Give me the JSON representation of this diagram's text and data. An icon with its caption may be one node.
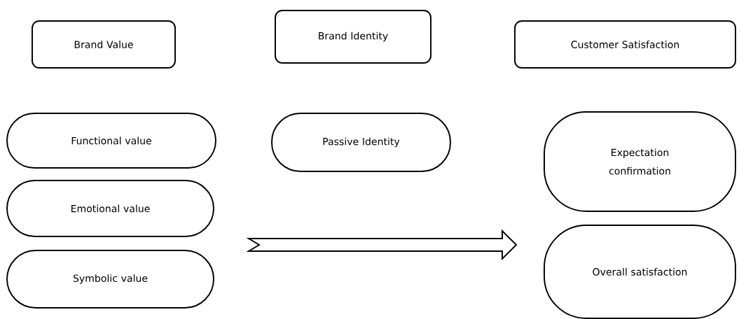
{
  "diagram": {
    "nodes": [
      {
        "text": [
          "Brand Value"
        ]
      },
      {
        "text": [
          "Brand Identity"
        ]
      },
      {
        "text": [
          "Customer Satisfaction"
        ]
      },
      {
        "text": [
          "Functional value"
        ]
      },
      {
        "text": [
          "Emotional value"
        ]
      },
      {
        "text": [
          "Symbolic value"
        ]
      },
      {
        "text": [
          "Passive Identity"
        ]
      },
      {
        "text": [
          "Expectation confirmation"
        ]
      },
      {
        "text": [
          "Overall satisfaction"
        ]
      }
    ]
  }
}
